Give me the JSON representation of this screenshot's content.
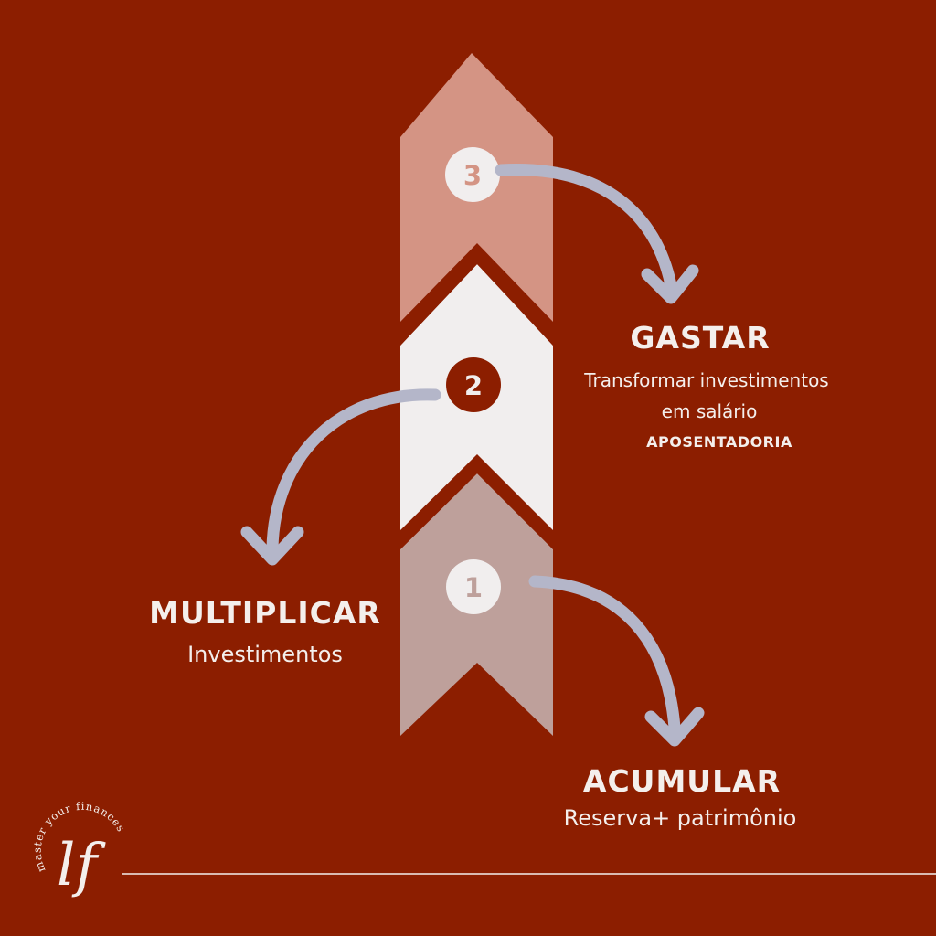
{
  "colors": {
    "background": "#8c1e00",
    "stage3_fill": "#d49484",
    "stage2_fill": "#f1eeee",
    "stage1_fill": "#bea09b",
    "arrow": "#b4b6c9",
    "badge_light": "#f1eeee",
    "badge_dark": "#8c1e00",
    "text": "#f4efec"
  },
  "stages": [
    {
      "number": "1",
      "title": "ACUMULAR",
      "subtitle": "Reserva+ patrimônio"
    },
    {
      "number": "2",
      "title": "MULTIPLICAR",
      "subtitle": "Investimentos"
    },
    {
      "number": "3",
      "title": "GASTAR",
      "description_lines": [
        "Transformar investimentos",
        "em salário"
      ],
      "tag": "APOSENTADORIA"
    }
  ],
  "logo": {
    "ring_text": "master your finances",
    "monogram": "lf"
  }
}
